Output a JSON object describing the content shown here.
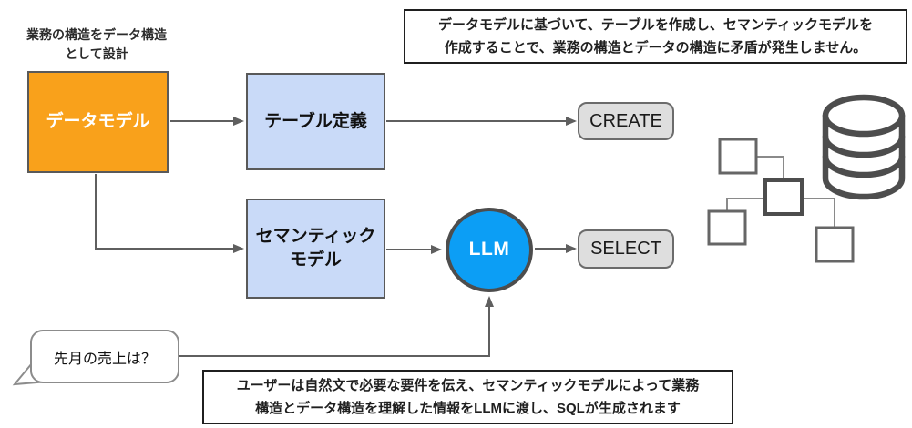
{
  "notes": {
    "design_note": "業務の構造をデータ構造\nとして設計",
    "top_callout": "データモデルに基づいて、テーブルを作成し、セマンティックモデルを\n作成することで、業務の構造とデータの構造に矛盾が発生しません。",
    "bottom_callout": "ユーザーは自然文で必要な要件を伝え、セマンティックモデルによって業務\n構造とデータ構造を理解した情報をLLMに渡し、SQLが生成されます"
  },
  "nodes": {
    "data_model": "データモデル",
    "table_definition": "テーブル定義",
    "semantic_model": "セマンティック\nモデル",
    "llm": "LLM",
    "create": "CREATE",
    "select": "SELECT"
  },
  "speech_bubble": {
    "text": "先月の売上は？"
  },
  "icons": {
    "database": "database-icon",
    "entities": "entity-relationship-icon"
  },
  "colors": {
    "data_model_fill": "#F9A11B",
    "model_box_fill": "#C9DAF8",
    "llm_fill": "#0C9EF5",
    "sql_pill_fill": "#DEDEDE",
    "box_border": "#595959",
    "connector": "#5f5f5f",
    "icon_stroke": "#4d4d4d"
  }
}
